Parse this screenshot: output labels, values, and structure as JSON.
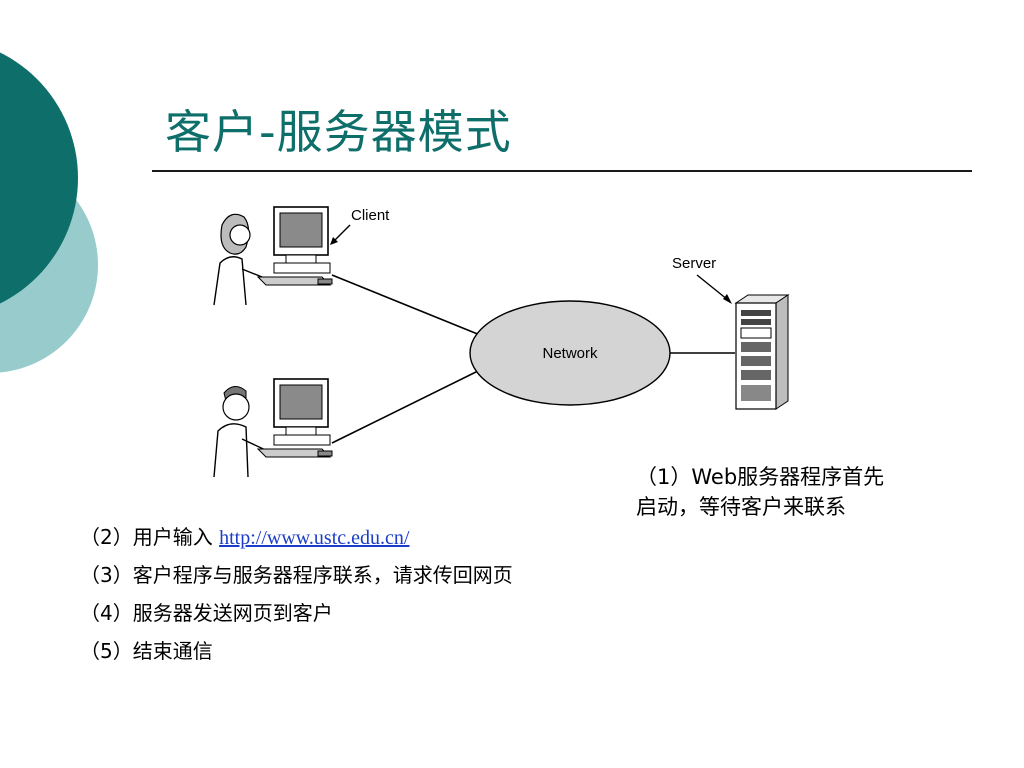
{
  "slide": {
    "title": "客户-服务器模式",
    "colors": {
      "title": "#0e6e6a",
      "deco_dark": "#0e6e6a",
      "deco_light": "#98cccc",
      "link": "#1a3cc8"
    }
  },
  "diagram": {
    "client_label": "Client",
    "server_label": "Server",
    "network_label": "Network"
  },
  "note": {
    "line1": "（1）Web服务器程序首先",
    "line2": "启动，等待客户来联系"
  },
  "steps": [
    {
      "prefix": "（2）用户输入 ",
      "link": "http://www.ustc.edu.cn/"
    },
    {
      "text": "（3）客户程序与服务器程序联系，请求传回网页"
    },
    {
      "text": "（4）服务器发送网页到客户"
    },
    {
      "text": "（5）结束通信"
    }
  ]
}
